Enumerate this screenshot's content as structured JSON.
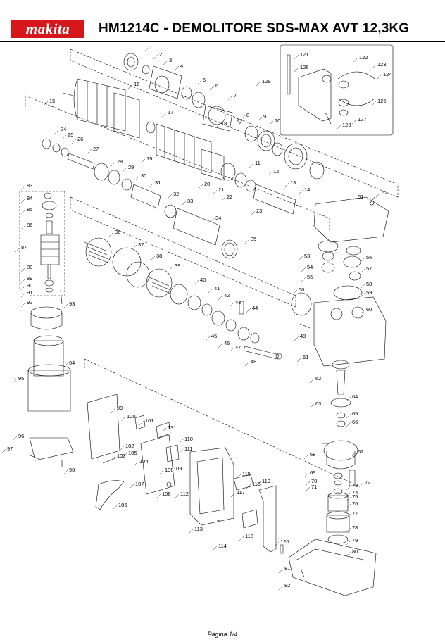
{
  "brand": {
    "logo_text": "makita"
  },
  "header": {
    "title": "HM1214C - DEMOLITORE SDS-MAX AVT 12,3KG"
  },
  "footer": {
    "page_label": "Pagina 1/4"
  },
  "diagram": {
    "part_numbers": [
      "1",
      "2",
      "3",
      "4",
      "5",
      "6",
      "7",
      "8",
      "9",
      "10",
      "11",
      "12",
      "13",
      "14",
      "15",
      "16",
      "17",
      "18",
      "19",
      "20",
      "21",
      "22",
      "23",
      "24",
      "25",
      "26",
      "27",
      "28",
      "29",
      "30",
      "31",
      "32",
      "33",
      "34",
      "35",
      "36",
      "37",
      "38",
      "39",
      "40",
      "41",
      "42",
      "43",
      "44",
      "45",
      "46",
      "47",
      "48",
      "49",
      "50",
      "51",
      "52",
      "53",
      "54",
      "55",
      "56",
      "57",
      "58",
      "59",
      "60",
      "61",
      "62",
      "63",
      "64",
      "65",
      "66",
      "67",
      "68",
      "69",
      "70",
      "71",
      "72",
      "73",
      "74",
      "75",
      "76",
      "77",
      "78",
      "79",
      "80",
      "81",
      "82",
      "83",
      "84",
      "85",
      "86",
      "87",
      "88",
      "89",
      "90",
      "91",
      "92",
      "93",
      "94",
      "95",
      "96",
      "97",
      "98",
      "99",
      "100",
      "101",
      "102",
      "103",
      "104",
      "105",
      "106",
      "107",
      "108",
      "109",
      "110",
      "111",
      "112",
      "113",
      "114",
      "115",
      "116",
      "117",
      "118",
      "119",
      "120",
      "121",
      "122",
      "123",
      "124",
      "125",
      "126",
      "127",
      "128",
      "129",
      "130",
      "131"
    ]
  }
}
